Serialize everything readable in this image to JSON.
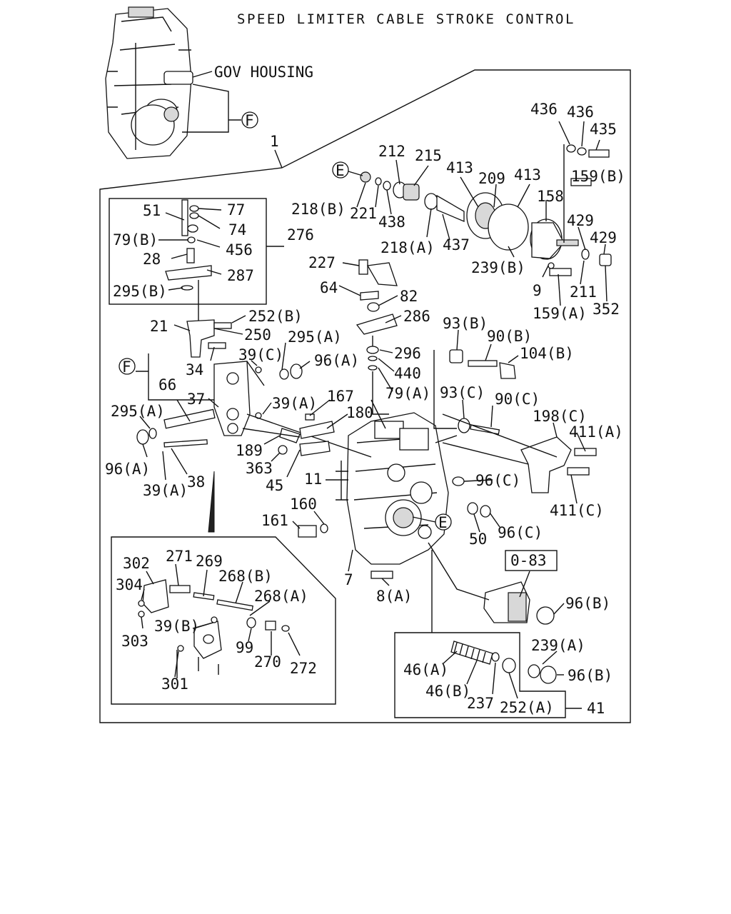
{
  "title": "SPEED LIMITER CABLE STROKE CONTROL",
  "housing_label": "GOV HOUSING",
  "ref_box": "0-83",
  "callouts": {
    "F": "F",
    "E": "E"
  },
  "labels": [
    "1",
    "436",
    "436",
    "435",
    "159(B)",
    "212",
    "215",
    "413",
    "209",
    "413",
    "158",
    "218(B)",
    "221",
    "438",
    "218(A)",
    "437",
    "239(B)",
    "429",
    "429",
    "9",
    "211",
    "159(A)",
    "352",
    "51",
    "77",
    "74",
    "79(B)",
    "456",
    "276",
    "28",
    "287",
    "295(B)",
    "227",
    "64",
    "82",
    "286",
    "21",
    "252(B)",
    "250",
    "295(A)",
    "34",
    "39(C)",
    "96(A)",
    "93(B)",
    "90(B)",
    "104(B)",
    "296",
    "440",
    "79(A)",
    "66",
    "37",
    "39(A)",
    "167",
    "180",
    "93(C)",
    "90(C)",
    "198(C)",
    "411(A)",
    "295(A)",
    "189",
    "96(A)",
    "363",
    "39(A)",
    "38",
    "45",
    "11",
    "96(C)",
    "411(C)",
    "160",
    "161",
    "50",
    "96(C)",
    "7",
    "8(A)",
    "96(B)",
    "302",
    "271",
    "269",
    "268(B)",
    "304",
    "268(A)",
    "39(B)",
    "303",
    "99",
    "270",
    "272",
    "301",
    "239(A)",
    "46(A)",
    "96(B)",
    "46(B)",
    "237",
    "252(A)",
    "41"
  ]
}
